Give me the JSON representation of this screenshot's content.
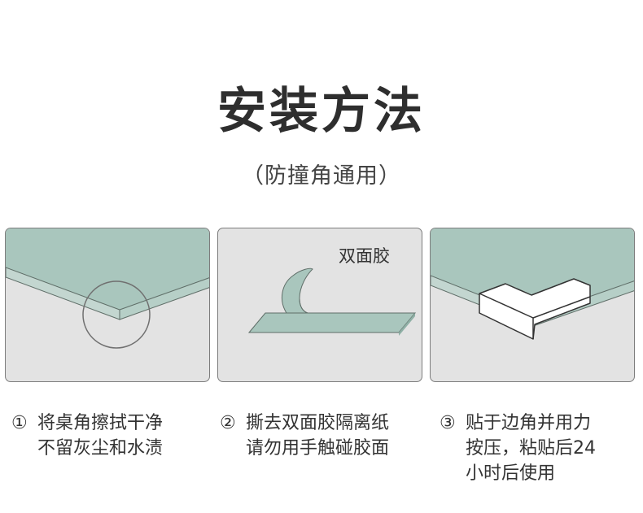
{
  "title": "安装方法",
  "subtitle": "（防撞角通用）",
  "colors": {
    "table_green": "#a9c6bd",
    "panel_bg": "#e3e3e3",
    "edge": "#5f6e68",
    "corner_white": "#ffffff"
  },
  "panels": [
    {
      "icon": "table-corner-circle-icon"
    },
    {
      "icon": "double-sided-tape-icon",
      "label": "双面胶"
    },
    {
      "icon": "corner-guard-icon"
    }
  ],
  "steps": [
    {
      "num": "①",
      "lines": [
        "将桌角擦拭干净",
        "不留灰尘和水渍"
      ]
    },
    {
      "num": "②",
      "lines": [
        "撕去双面胶隔离纸",
        "请勿用手触碰胶面"
      ]
    },
    {
      "num": "③",
      "lines": [
        "贴于边角并用力",
        "按压，粘贴后24",
        "小时后使用"
      ]
    }
  ]
}
